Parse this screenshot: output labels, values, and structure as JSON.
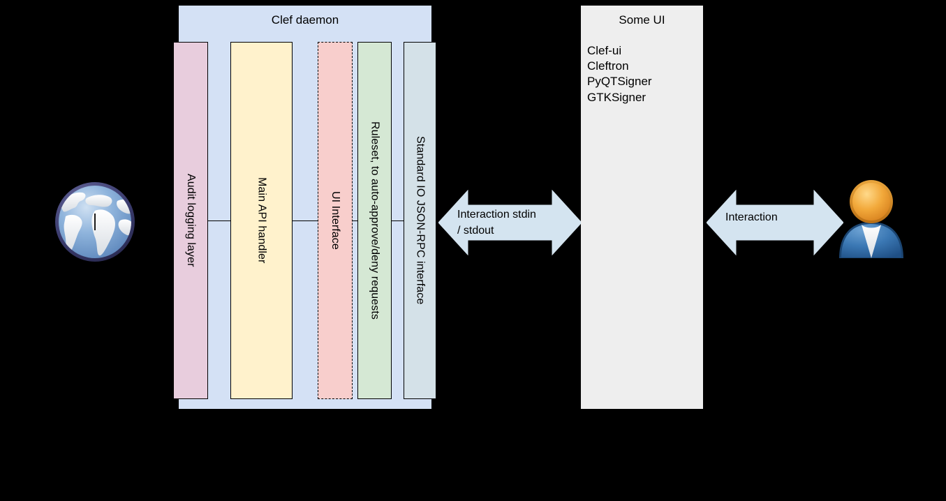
{
  "diagram": {
    "title": "Clef architecture diagram",
    "background_color": "#000000"
  },
  "daemon": {
    "title": "Clef daemon",
    "fill_color": "#d4e1f5",
    "components": [
      {
        "id": "audit",
        "label": "Audit logging layer",
        "fill_color": "#e8cddd",
        "border": "solid"
      },
      {
        "id": "api",
        "label": "Main API handler",
        "fill_color": "#fff2cc",
        "border": "solid"
      },
      {
        "id": "uiint",
        "label": "UI Interface",
        "fill_color": "#f8cecc",
        "border": "dashed"
      },
      {
        "id": "rules",
        "label": "Ruleset, to auto-approve/deny requests",
        "fill_color": "#d5e8d4",
        "border": "solid"
      },
      {
        "id": "stdio",
        "label": "Standard IO JSON-RPC interface",
        "fill_color": "#d4e1e8",
        "border": "solid"
      }
    ]
  },
  "arrows": [
    {
      "id": "stdio-arrow",
      "label": "Interaction stdin\n/ stdout",
      "fill_color": "#d4e4f0",
      "direction": "bidirectional"
    },
    {
      "id": "user-arrow",
      "label": "Interaction",
      "fill_color": "#d4e4f0",
      "direction": "bidirectional"
    }
  ],
  "ui_panel": {
    "title": "Some UI",
    "fill_color": "#eeeeee",
    "items": [
      {
        "label": "Clef-ui"
      },
      {
        "label": "Cleftron"
      },
      {
        "label": "PyQTSigner"
      },
      {
        "label": "GTKSigner"
      }
    ]
  },
  "icons": {
    "globe": {
      "name": "globe-icon",
      "ocean_color": "#7fa8d4",
      "land_color": "#f4f6f8",
      "rim_color": "#3b3c6e"
    },
    "user": {
      "name": "user-icon",
      "head_color": "#f0a830",
      "body_color": "#2f6fa8",
      "shirt_color": "#f2f2f2"
    }
  }
}
